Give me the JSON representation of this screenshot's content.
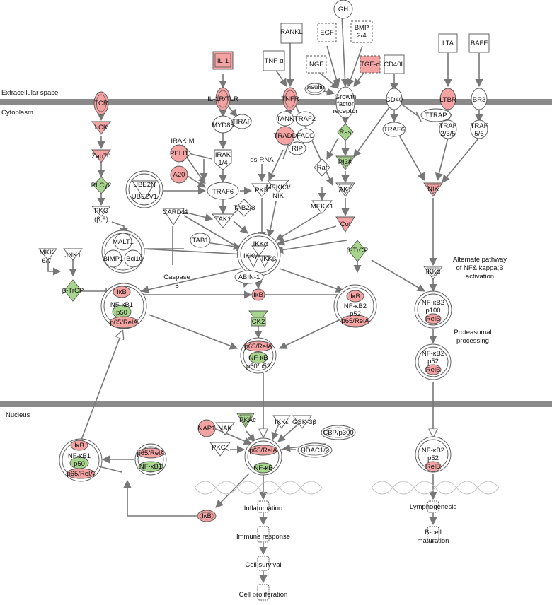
{
  "compartments": {
    "extracellular": "Extracellular space",
    "cytoplasm": "Cytoplasm",
    "nucleus": "Nucleus"
  },
  "colors": {
    "up": "#f4a3a3",
    "down": "#a8d58e",
    "neutral": "#ffffff",
    "membrane": "#8a8a8a",
    "edge": "#777777"
  },
  "nodes": {
    "gh": "GH",
    "rankl": "RANKL",
    "egf": "EGF",
    "bmp": [
      "BMP",
      "2/4"
    ],
    "il1": "IL-1",
    "tnfa": "TNF-α",
    "ngf": "NGF",
    "tgfa": "TGF-α",
    "cd40l": "CD40L",
    "lta": "LTA",
    "baff": "BAFF",
    "insulin": "Insulin",
    "tcr": "TCR",
    "il1r": "IL-1R/TLR",
    "tnfr": "TNFR",
    "gfr": [
      "Growth",
      "factor",
      "receptor"
    ],
    "cd40": "CD40",
    "ltbr": "LTBR",
    "br3": "BR3",
    "lck": "LCK",
    "tirap": "TIRAP",
    "myd88": "MYD88",
    "tank": "TANK",
    "traf2": "TRAF2",
    "tradd": "TRADD",
    "fadd": "FADD",
    "rip": "RIP",
    "ras": "Ras",
    "ttrap": "TTRAP",
    "traf6_r": "TRAF6",
    "traf235": [
      "TRAF",
      "2/3/5"
    ],
    "traf56": [
      "TRAF",
      "5/6"
    ],
    "zap70": "Zap70",
    "irakm": "IRAK-M",
    "peli1": "PELI1",
    "irak14": [
      "IRAK",
      "1/4"
    ],
    "dsrna": "ds-RNA",
    "raf": "Raf",
    "pi3k": "PI3K",
    "mekk3": [
      "MEKK3/",
      "NIK"
    ],
    "akt": "AKT",
    "nik": "NIK",
    "plcg2": "PLCγ2",
    "ube2n": "UBE2N",
    "ube2v1": "UBE2V1",
    "a20": "A20",
    "traf6": "TRAF6",
    "pkr": "PKR",
    "card11": "CARD11",
    "tab23": "TAB2/3",
    "mekk1": "MEKK1",
    "pkc": [
      "PKC",
      "(β,θ)"
    ],
    "tak1": "TAK1",
    "cot": "Cot",
    "malt1": "MALT1",
    "bimp1": "BIMP1",
    "bcl10": "Bcl10",
    "tab1": "TAB1",
    "ikka": "IKKα",
    "ikkg": "IKKγ",
    "ikkb": "IKKβ",
    "btrcp_r": "β-TrCP",
    "mkk": [
      "MKK",
      "6/7"
    ],
    "jnk1": "JNK1",
    "caspase8": [
      "Caspase",
      "8"
    ],
    "alt_text": [
      "Alternate pathway",
      "of NF& kappa;B",
      "activation"
    ],
    "ikka_r": "IKKα",
    "abin1": "ABIN-1",
    "btrcp_l": "β-TrCP",
    "ikb_l": "IκB",
    "nfkb1_l": "NF-κB1",
    "p50_l": "p50",
    "p65_l": "p65/RelA",
    "ikb_m": "IκB",
    "ikb_c": "IκB",
    "nfkb2_c": "NF-κB2",
    "p52_c": "p52",
    "p65_c": "p65/RelA",
    "nfkb2_r": "NF-κB2",
    "p100": "p100",
    "relb_r": "RelB",
    "ck2": "CK2",
    "proteasomal": [
      "Proteasomal",
      "processing"
    ],
    "p65_mid": "p65/RelA",
    "nfkb_mid": "NF-κB",
    "p50p52": "p50/p52",
    "nfkb2_r2": "NF-κB2",
    "p52_r2": "p52",
    "relb_r2": "RelB",
    "pkac": "PKAc",
    "nap1": "NAP1",
    "nak": "NAK",
    "ikke": "IKKε",
    "gsk3b": "GSK-3β",
    "cbp": "CBP/p300",
    "pkcz": "PKCζ",
    "p65_nuc": "p65/RelA",
    "hdac": "HDAC1/2",
    "nfkb_nuc": "NF-κB",
    "ikb_n": "IκB",
    "nfkb1_n": "NF-κB1",
    "p50_n": "p50",
    "p65_n": "p65/RelA",
    "p65_n2": "p65/RelA",
    "nfkb1_n2": "NF-κB1",
    "nfkb2_n": "NF-κB2",
    "p52_n": "p52",
    "relb_n": "RelB",
    "ikb_bottom": "IκB",
    "inflammation": "Inflammation",
    "immune": "Immune response",
    "survival": "Cell survival",
    "proliferation": "Cell proliferation",
    "lymphogenesis": "Lymphogenesis",
    "bcell": [
      "B-cell",
      "maturation"
    ]
  }
}
